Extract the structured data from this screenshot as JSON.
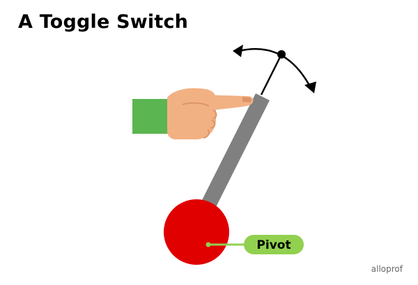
{
  "title": "A Toggle Switch",
  "labels": {
    "pivot": "Pivot"
  },
  "logo": "alloprof",
  "colors": {
    "lever": "#808080",
    "pivot_ball": "#e00000",
    "label_pill": "#92d050",
    "sleeve": "#5bb551",
    "skin": "#f2b183",
    "skin_shadow": "#dc9468",
    "arrow": "#000000",
    "title": "#000000"
  },
  "icons": {
    "hand": "pointing-hand-icon",
    "motion": "curved-double-arrow-icon"
  }
}
